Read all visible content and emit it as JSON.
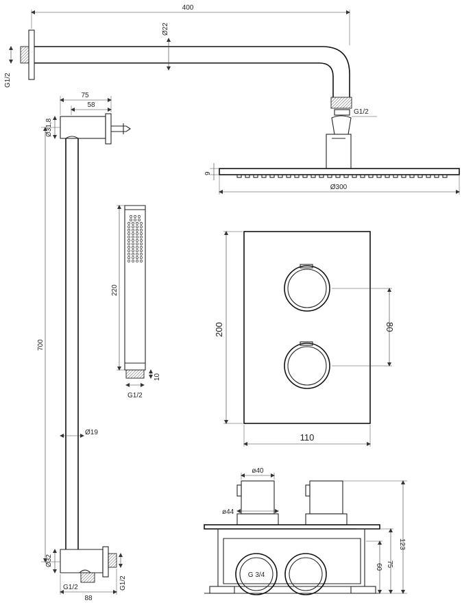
{
  "arm": {
    "length_label": "400",
    "diameter_label": "Ø22",
    "wall_thread_label": "G1/2",
    "outlet_thread_label": "G1/2"
  },
  "showerhead": {
    "thickness_label": "9",
    "diameter_label": "Ø300"
  },
  "riser": {
    "top_width_label": "75",
    "inner_width_label": "58",
    "top_diameter_label": "Ø31,8",
    "height_label": "700",
    "rod_diameter_label": "Ø19",
    "bottom_diameter_label": "Ø32",
    "bottom_thread_label": "G1/2",
    "side_thread_label": "G1/2",
    "bottom_width_label": "88"
  },
  "handshower": {
    "length_label": "220",
    "connector_label": "10",
    "thread_label": "G1/2"
  },
  "thermostat_front": {
    "height_label": "200",
    "width_label": "110",
    "knob_spacing_label": "80"
  },
  "thermostat_side": {
    "knob_diameter_label": "ø40",
    "collar_diameter_label": "ø44",
    "total_depth_label": "123",
    "body_depth_label": "75",
    "box_depth_label": "60",
    "inlet_label": "G 3/4"
  }
}
